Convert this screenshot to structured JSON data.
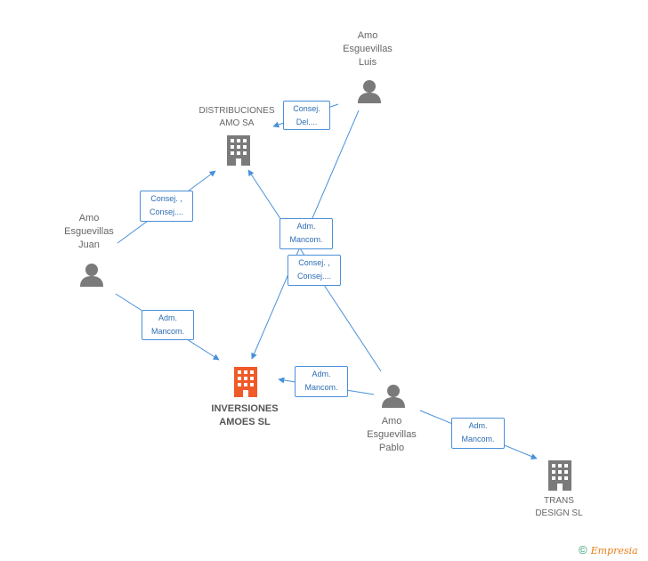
{
  "colors": {
    "edge": "#4a90d9",
    "person": "#7a7a7a",
    "company": "#7a7a7a",
    "main_company": "#f05a28"
  },
  "nodes": {
    "luis": {
      "lines": [
        "Amo",
        "Esguevillas",
        "Luis"
      ],
      "icon": "person-icon"
    },
    "juan": {
      "lines": [
        "Amo",
        "Esguevillas",
        "Juan"
      ],
      "icon": "person-icon"
    },
    "pablo": {
      "lines": [
        "Amo",
        "Esguevillas",
        "Pablo"
      ],
      "icon": "person-icon"
    },
    "distribuciones": {
      "lines": [
        "DISTRIBUCIONES",
        "AMO SA"
      ],
      "icon": "building-icon"
    },
    "inversiones": {
      "lines": [
        "INVERSIONES",
        "AMOES SL"
      ],
      "icon": "building-icon"
    },
    "trans": {
      "lines": [
        "TRANS",
        "DESIGN SL"
      ],
      "icon": "building-icon"
    }
  },
  "edges": [
    {
      "from": "luis",
      "to": "distribuciones",
      "lines": [
        "Consej.",
        "Del...."
      ]
    },
    {
      "from": "juan",
      "to": "distribuciones",
      "lines": [
        "Consej. ,",
        "Consej...."
      ]
    },
    {
      "from": "juan",
      "to": "inversiones",
      "lines": [
        "Adm.",
        "Mancom."
      ]
    },
    {
      "from": "luis",
      "to": "inversiones",
      "lines": [
        "Adm.",
        "Mancom."
      ]
    },
    {
      "from": "pablo",
      "to": "distribuciones",
      "lines": [
        "Consej. ,",
        "Consej...."
      ]
    },
    {
      "from": "pablo",
      "to": "inversiones",
      "lines": [
        "Adm.",
        "Mancom."
      ]
    },
    {
      "from": "pablo",
      "to": "trans",
      "lines": [
        "Adm.",
        "Mancom."
      ]
    }
  ],
  "credits": {
    "symbol": "©",
    "brand": "Empresia"
  }
}
